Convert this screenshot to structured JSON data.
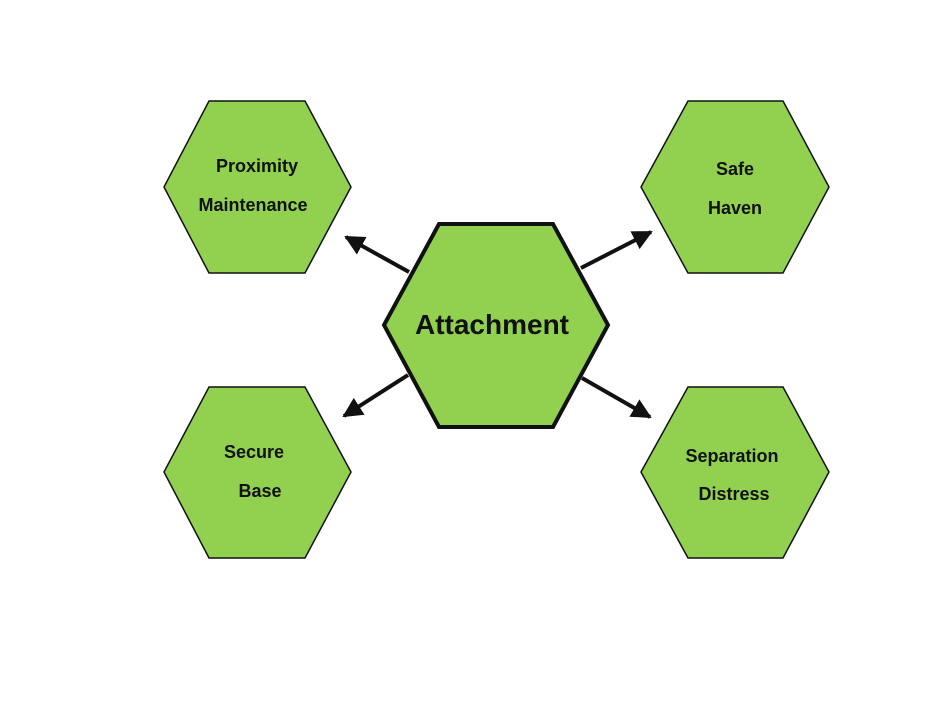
{
  "colors": {
    "hex_fill": "#92d050",
    "outline": "#111111",
    "arrow": "#111111"
  },
  "center": {
    "label": "Attachment"
  },
  "nodes": [
    {
      "id": "proximity-maintenance",
      "lines": [
        "Proximity",
        "Maintenance"
      ]
    },
    {
      "id": "safe-haven",
      "lines": [
        "Safe",
        "Haven"
      ]
    },
    {
      "id": "secure-base",
      "lines": [
        "Secure",
        "Base"
      ]
    },
    {
      "id": "separation-distress",
      "lines": [
        "Separation",
        "Distress"
      ]
    }
  ]
}
